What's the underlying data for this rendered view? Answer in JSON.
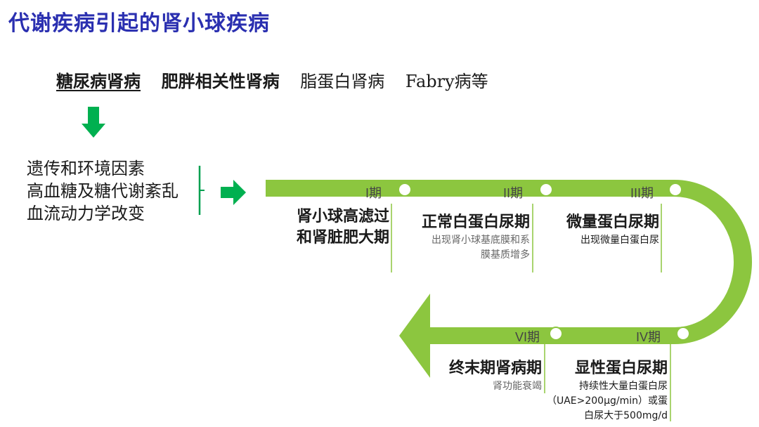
{
  "title": "代谢疾病引起的肾小球疾病",
  "causes": {
    "diabetic": "糖尿病肾病",
    "obesity": "肥胖相关性肾病",
    "lipoprotein": "脂蛋白肾病",
    "fabry": "Fabry病等"
  },
  "factors": [
    "遗传和环境因素",
    "高血糖及糖代谢紊乱",
    "血流动力学改变"
  ],
  "stages": [
    {
      "label": "I期",
      "name_lines": [
        "肾小球高滤过",
        "和肾脏肥大期"
      ],
      "desc_lines": []
    },
    {
      "label": "II期",
      "name_lines": [
        "正常白蛋白尿期"
      ],
      "desc_lines": [
        "出现肾小球基底膜和系",
        "膜基质增多"
      ]
    },
    {
      "label": "III期",
      "name_lines": [
        "微量蛋白尿期"
      ],
      "desc_lines": [
        "出现微量白蛋白尿"
      ]
    },
    {
      "label": "IV期",
      "name_lines": [
        "显性蛋白尿期"
      ],
      "desc_lines": [
        "持续性大量白蛋白尿",
        "（UAE>200μg/min）或蛋",
        "白尿大于500mg/d"
      ]
    },
    {
      "label": "VI期",
      "name_lines": [
        "终末期肾病期"
      ],
      "desc_lines": [
        "肾功能衰竭"
      ]
    }
  ],
  "colors": {
    "arrow": "#8cc63f",
    "arrow_down": "#00b050",
    "title": "#2a2fb0"
  }
}
